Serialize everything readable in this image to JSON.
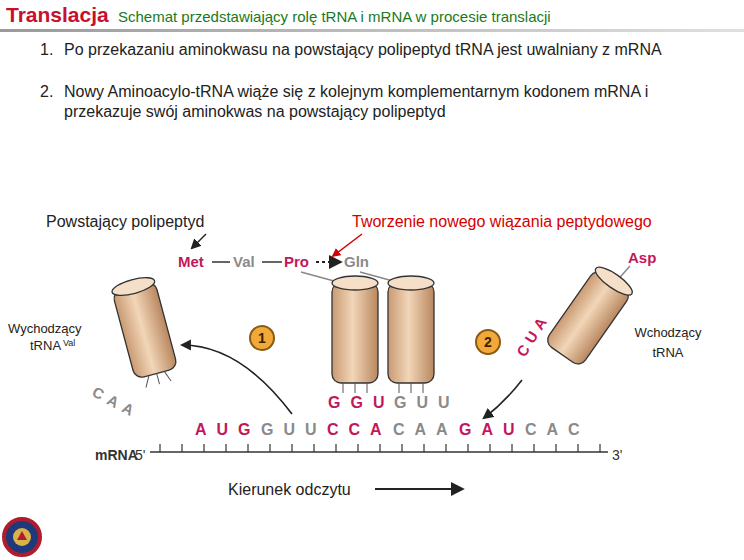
{
  "diagram": {
    "title": "Translacja",
    "nodes": [
      {
        "text": [
          "1"
        ]
      },
      {
        "text": [
          "2"
        ]
      }
    ],
    "labels": [
      "Schemat przedstawiający rolę tRNA i mRNA w procesie translacji",
      "1.",
      "Po przekazaniu aminokwasu na powstający polipeptyd tRNA jest uwalniany z mRNA",
      "2.",
      "Nowy Aminoacylo-tRNA wiąże się z kolejnym komplementarnym kodonem mRNA i przekazuje swój aminokwas na powstający polipeptyd",
      "Powstający polipeptyd",
      "Tworzenie nowego wiązania peptydowego",
      "Met",
      "Val",
      "Pro",
      "Gln",
      "Asp",
      "Wychodzący",
      "tRNA",
      "Val",
      "Wchodzący tRNA",
      "CAA",
      "GGU",
      "GUU",
      "CUA",
      "AUG",
      "GUU",
      "CCA",
      "CAA",
      "GAU",
      "CAC",
      "mRNA",
      "5'",
      "3'",
      "Kierunek odczytu"
    ]
  }
}
